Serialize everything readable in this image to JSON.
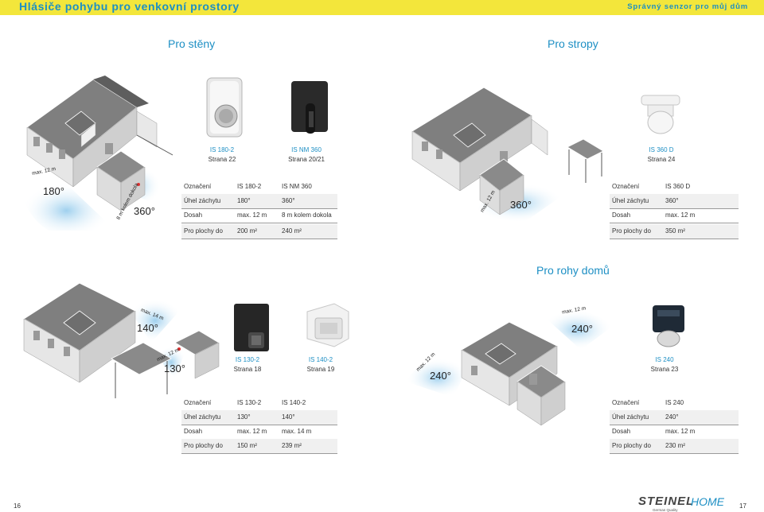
{
  "header": {
    "title": "Hlásiče pohybu pro venkovní prostory",
    "subtitle": "Správný senzor pro můj dům"
  },
  "sections": {
    "walls": "Pro stěny",
    "ceilings": "Pro stropy",
    "corners": "Pro rohy domů"
  },
  "walls": {
    "products": [
      {
        "model": "IS 180-2",
        "page": "Strana 22"
      },
      {
        "model": "IS NM 360",
        "page": "Strana 20/21"
      }
    ],
    "diagram": {
      "angle1": "180°",
      "angle2": "360°",
      "range1": "max. 12 m",
      "range2": "8 m kolem dokola"
    },
    "table": {
      "rows": [
        {
          "label": "Označení",
          "v1": "IS 180-2",
          "v2": "IS NM 360"
        },
        {
          "label": "Úhel záchytu",
          "v1": "180°",
          "v2": "360°"
        },
        {
          "label": "Dosah",
          "v1": "max. 12 m",
          "v2": "8 m kolem dokola"
        },
        {
          "label": "Pro plochy do",
          "v1": "200 m²",
          "v2": "240 m²"
        }
      ]
    }
  },
  "ceilings": {
    "product": {
      "model": "IS 360 D",
      "page": "Strana 24"
    },
    "diagram": {
      "angle": "360°",
      "range": "max. 12 m"
    },
    "table": {
      "rows": [
        {
          "label": "Označení",
          "v1": "IS 360 D"
        },
        {
          "label": "Úhel záchytu",
          "v1": "360°"
        },
        {
          "label": "Dosah",
          "v1": "max. 12 m"
        },
        {
          "label": "Pro plochy do",
          "v1": "350 m²"
        }
      ]
    }
  },
  "corners": {
    "products": [
      {
        "model": "IS 130-2",
        "page": "Strana 18"
      },
      {
        "model": "IS 140-2",
        "page": "Strana 19"
      },
      {
        "model": "IS 240",
        "page": "Strana 23"
      }
    ],
    "diagram_left": {
      "angle1": "140°",
      "angle2": "130°",
      "range1": "max. 14 m",
      "range2": "max. 12 m"
    },
    "diagram_right": {
      "angle1": "240°",
      "angle2": "240°",
      "range1": "max. 12 m",
      "range2": "max. 12 m"
    },
    "table_left": {
      "rows": [
        {
          "label": "Označení",
          "v1": "IS 130-2",
          "v2": "IS 140-2"
        },
        {
          "label": "Úhel záchytu",
          "v1": "130°",
          "v2": "140°"
        },
        {
          "label": "Dosah",
          "v1": "max. 12 m",
          "v2": "max. 14 m"
        },
        {
          "label": "Pro plochy do",
          "v1": "150 m²",
          "v2": "239 m²"
        }
      ]
    },
    "table_right": {
      "rows": [
        {
          "label": "Označení",
          "v1": "IS 240"
        },
        {
          "label": "Úhel záchytu",
          "v1": "240°"
        },
        {
          "label": "Dosah",
          "v1": "max. 12 m"
        },
        {
          "label": "Pro plochy do",
          "v1": "230 m²"
        }
      ]
    }
  },
  "footer": {
    "page_left": "16",
    "page_right": "17",
    "brand": "STEINEL",
    "brand_home": "HOME",
    "brand_tagline": "German Quality"
  },
  "colors": {
    "accent_blue": "#1d8fc4",
    "header_yellow": "#f3e63b",
    "house_gray": "#8c8c8c",
    "zone_blue": "#bfe0f2"
  }
}
